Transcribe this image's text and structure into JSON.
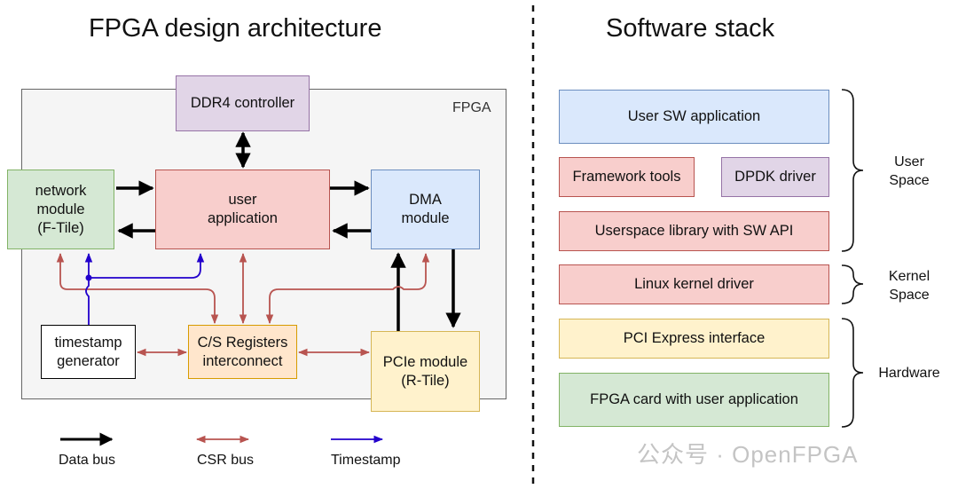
{
  "left": {
    "title": "FPGA design architecture",
    "fpga_label": "FPGA",
    "blocks": {
      "ddr4": "DDR4 controller",
      "network": "network\nmodule\n(F-Tile)",
      "user_app": "user\napplication",
      "dma": "DMA\nmodule",
      "timestamp": "timestamp\ngenerator",
      "csr": "C/S Registers\ninterconnect",
      "pcie": "PCIe module\n(R-Tile)"
    },
    "legend": {
      "data_bus": "Data bus",
      "csr_bus": "CSR bus",
      "timestamp": "Timestamp"
    }
  },
  "right": {
    "title": "Software stack",
    "layers": {
      "user_sw": "User SW application",
      "framework": "Framework tools",
      "dpdk": "DPDK driver",
      "userspace_lib": "Userspace library with SW API",
      "kernel_driver": "Linux kernel driver",
      "pci_express": "PCI Express interface",
      "fpga_card": "FPGA card with user application"
    },
    "groups": {
      "user_space": "User\nSpace",
      "kernel_space": "Kernel\nSpace",
      "hardware": "Hardware"
    }
  },
  "watermark": "公众号 · OpenFPGA",
  "colors": {
    "data_bus": "#000000",
    "csr_bus": "#b85450",
    "timestamp": "#2200cc"
  }
}
